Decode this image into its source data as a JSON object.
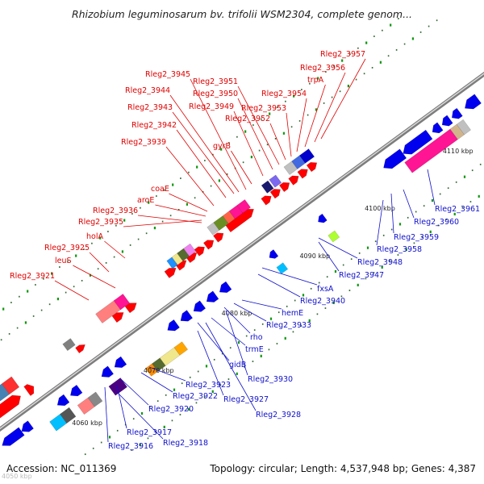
{
  "title": "Rhizobium leguminosarum bv. trifolii WSM2304, complete genom...",
  "footer": {
    "accession": "Accession: NC_011369",
    "summary": "Topology: circular; Length: 4,537,948 bp; Genes: 4,387"
  },
  "corner_text": "4050 kbp",
  "colors": {
    "forward_label": "#e00000",
    "reverse_label": "#1010cc",
    "backbone": "#9a9a9a",
    "forward_gene": "#ff0000",
    "reverse_gene": "#0000ee"
  },
  "kbp_ticks": [
    "4060 kbp",
    "4070 kbp",
    "4080 kbp",
    "4090 kbp",
    "4100 kbp",
    "4110 kbp"
  ],
  "labels_top": [
    "Rleg2_3921",
    "leuS",
    "Rleg2_3925",
    "holA",
    "Rleg2_3935",
    "Rleg2_3936",
    "aroE",
    "coaE",
    "Rleg2_3939",
    "Rleg2_3942",
    "Rleg2_3943",
    "Rleg2_3944",
    "Rleg2_3945",
    "gyrB",
    "Rleg2_3949",
    "Rleg2_3950",
    "Rleg2_3951",
    "Rleg2_3952",
    "Rleg2_3953",
    "Rleg2_3954",
    "trpA",
    "Rleg2_3956",
    "Rleg2_3957"
  ],
  "labels_bottom": [
    "Rleg2_3916",
    "Rleg2_3917",
    "Rleg2_3918",
    "Rleg2_3920",
    "Rleg2_3922",
    "Rleg2_3923",
    "Rleg2_3927",
    "Rleg2_3928",
    "Rleg2_3930",
    "gidB",
    "trmE",
    "rho",
    "Rleg2_3933",
    "hemE",
    "Rleg2_3940",
    "fxsA",
    "Rleg2_3947",
    "Rleg2_3948",
    "Rleg2_3958",
    "Rleg2_3959",
    "Rleg2_3960",
    "Rleg2_3961"
  ]
}
